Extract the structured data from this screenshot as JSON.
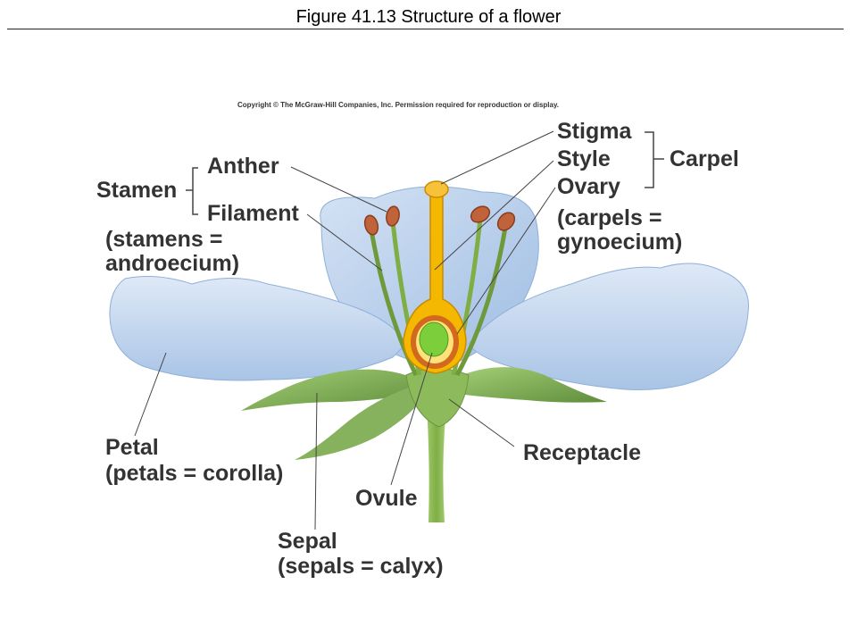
{
  "title": "Figure 41.13 Structure of a flower",
  "copyright": "Copyright © The McGraw-Hill Companies, Inc. Permission required for reproduction or display.",
  "labels": {
    "stigma": "Stigma",
    "style": "Style",
    "ovary": "Ovary",
    "carpel": "Carpel",
    "carpels_note_1": "(carpels =",
    "carpels_note_2": "gynoecium)",
    "anther": "Anther",
    "stamen": "Stamen",
    "filament": "Filament",
    "stamens_note_1": "(stamens =",
    "stamens_note_2": "androecium)",
    "petal": "Petal",
    "petals_note": "(petals = corolla)",
    "receptacle": "Receptacle",
    "ovule": "Ovule",
    "sepal": "Sepal",
    "sepals_note": "(sepals = calyx)"
  },
  "colors": {
    "petal": "#c9daf0",
    "petal_edge": "#8fb0d8",
    "sepal": "#7fa85a",
    "stem": "#8fbd5a",
    "pistil": "#f5b800",
    "ovary_wall": "#d2691e",
    "ovule": "#7ccf3a",
    "anther": "#c0623a",
    "leader_line": "#444444"
  }
}
